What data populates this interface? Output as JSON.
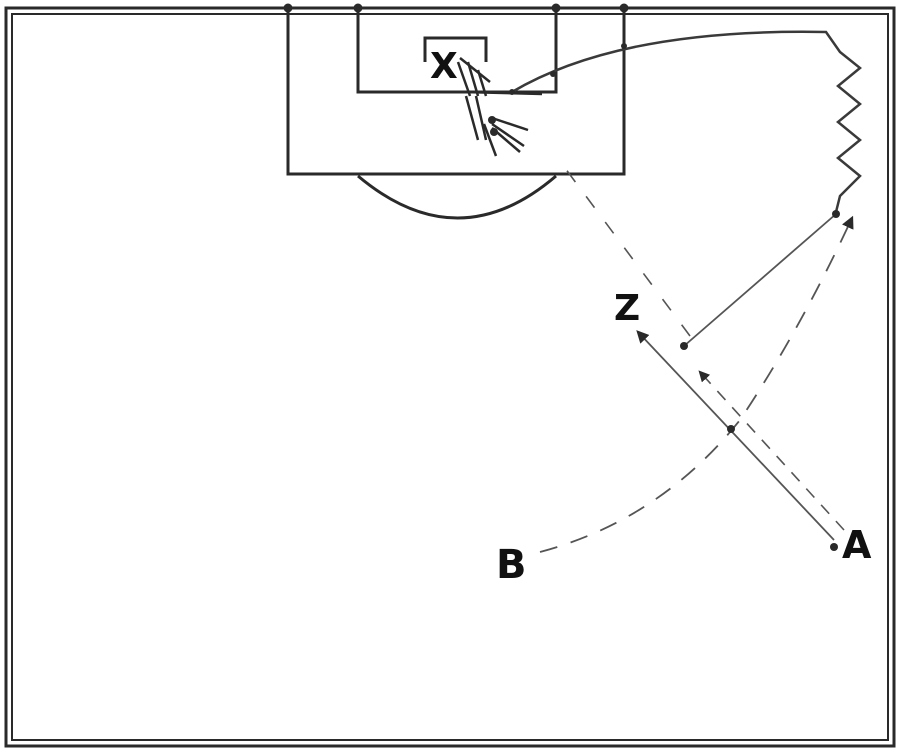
{
  "diagram": {
    "type": "basketball-play",
    "court": "half-court",
    "colors": {
      "lines": "#2a2a2a",
      "paths": "#3a3a3a",
      "background": "#ffffff"
    },
    "players": [
      {
        "id": "player-x",
        "label": "X"
      },
      {
        "id": "player-z",
        "label": "Z"
      },
      {
        "id": "player-b",
        "label": "B"
      },
      {
        "id": "player-a",
        "label": "A"
      }
    ],
    "movements": [
      {
        "id": "a-cut-to-z",
        "style": "solid"
      },
      {
        "id": "z-screen-to-corner",
        "style": "solid"
      },
      {
        "id": "a-pass-dashed",
        "style": "dashed"
      },
      {
        "id": "b-curl-dashed",
        "style": "dashed"
      },
      {
        "id": "baseline-dribble",
        "style": "zigzag"
      },
      {
        "id": "lane-cut",
        "style": "solid"
      }
    ]
  }
}
